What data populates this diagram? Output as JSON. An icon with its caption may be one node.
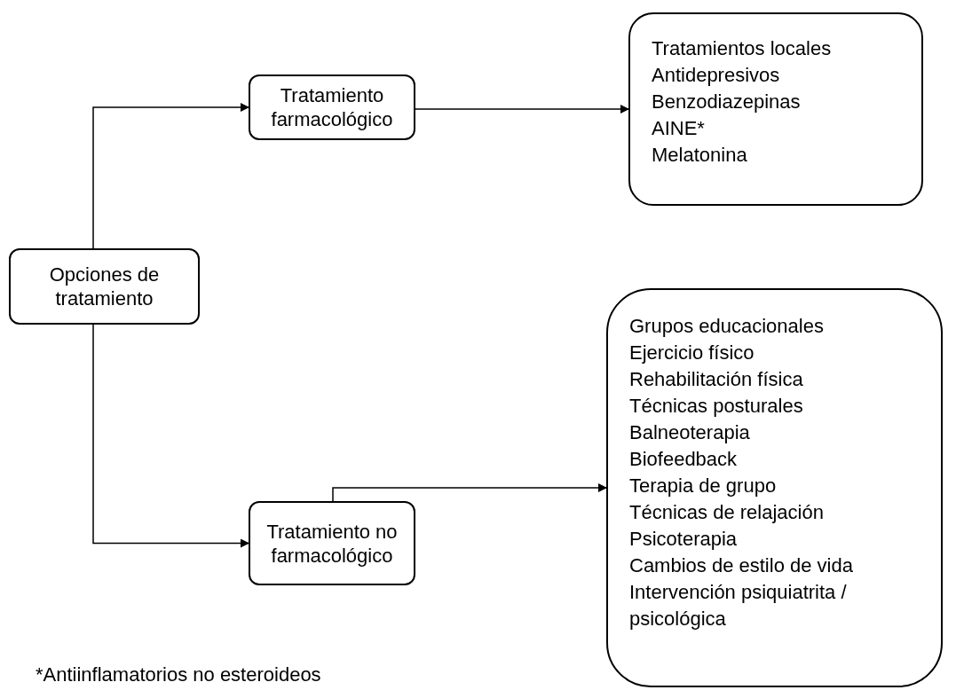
{
  "diagram": {
    "nodes": [
      {
        "text": [
          "Opciones de tratamiento"
        ]
      },
      {
        "text": [
          "Tratamiento farmacológico"
        ]
      },
      {
        "text": [
          "Tratamientos locales",
          "Antidepresivos",
          "Benzodiazepinas",
          "AINE*",
          "Melatonina"
        ]
      },
      {
        "text": [
          "Tratamiento no farmacológico"
        ]
      },
      {
        "text": [
          "Grupos educacionales",
          "Ejercicio físico",
          "Rehabilitación física",
          "Técnicas posturales",
          "Balneoterapia",
          "Biofeedback",
          "Terapia de grupo",
          "Técnicas de relajación",
          "Psicoterapia",
          "Cambios de estilo de vida",
          "Intervención psiquiatrita / psicológica"
        ]
      }
    ],
    "edges": [
      {
        "from": 0,
        "to": 1,
        "arrow": "to"
      },
      {
        "from": 1,
        "to": 2,
        "arrow": "to"
      },
      {
        "from": 0,
        "to": 3,
        "arrow": "to"
      },
      {
        "from": 3,
        "to": 4,
        "arrow": "to"
      }
    ],
    "labels": [
      "*Antiinflamatorios no esteroideos"
    ]
  }
}
